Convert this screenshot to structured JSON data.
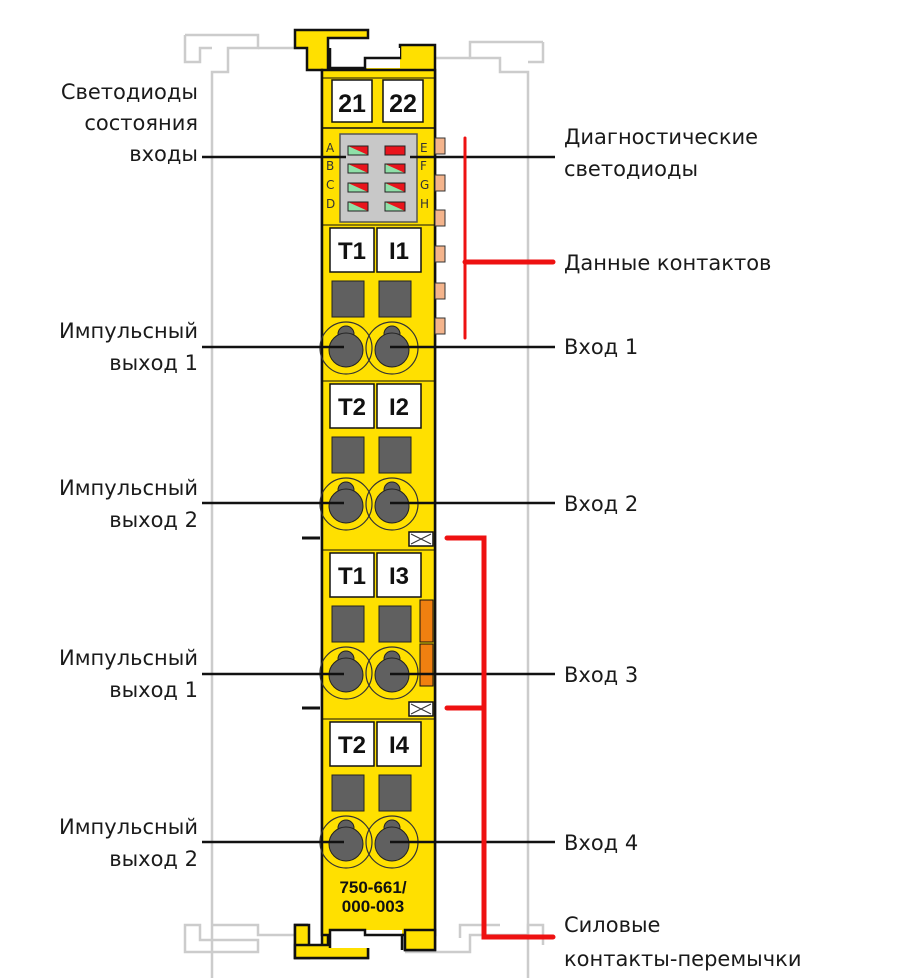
{
  "diagram": {
    "module_number_line1": "750-661/",
    "module_number_line2": "000-003",
    "top_markers": [
      "21",
      "22"
    ],
    "led_letters_left": [
      "A",
      "B",
      "C",
      "D"
    ],
    "led_letters_right": [
      "E",
      "F",
      "G",
      "H"
    ],
    "terminal_blocks": [
      {
        "left": "T1",
        "right": "I1"
      },
      {
        "left": "T2",
        "right": "I2"
      },
      {
        "left": "T1",
        "right": "I3"
      },
      {
        "left": "T2",
        "right": "I4"
      }
    ],
    "labels_left": {
      "status_leds": [
        "Светодиоды",
        "состояния",
        "входы"
      ],
      "pulse_out_1a": [
        "Импульсный",
        "выход 1"
      ],
      "pulse_out_2a": [
        "Импульсный",
        "выход 2"
      ],
      "pulse_out_1b": [
        "Импульсный",
        "выход 1"
      ],
      "pulse_out_2b": [
        "Импульсный",
        "выход 2"
      ]
    },
    "labels_right": {
      "diag_leds": [
        "Диагностические",
        "светодиоды"
      ],
      "data_contacts": "Данные контактов",
      "input_1": "Вход 1",
      "input_2": "Вход 2",
      "input_3": "Вход 3",
      "input_4": "Вход 4",
      "power_jumpers": [
        "Силовые",
        "контакты-перемычки"
      ]
    },
    "colors": {
      "housing": "#FFE000",
      "outline": "#111111",
      "marker": "#FFFFFF",
      "led_panel": "#C8C8C8",
      "led_green": "#8FE0A8",
      "led_red": "#E8141C",
      "socket": "#606060",
      "data_contact": "#F4B48C",
      "power_contact": "#F08010",
      "bracket": "#EE1111",
      "rail": "#CCCCCC"
    }
  }
}
